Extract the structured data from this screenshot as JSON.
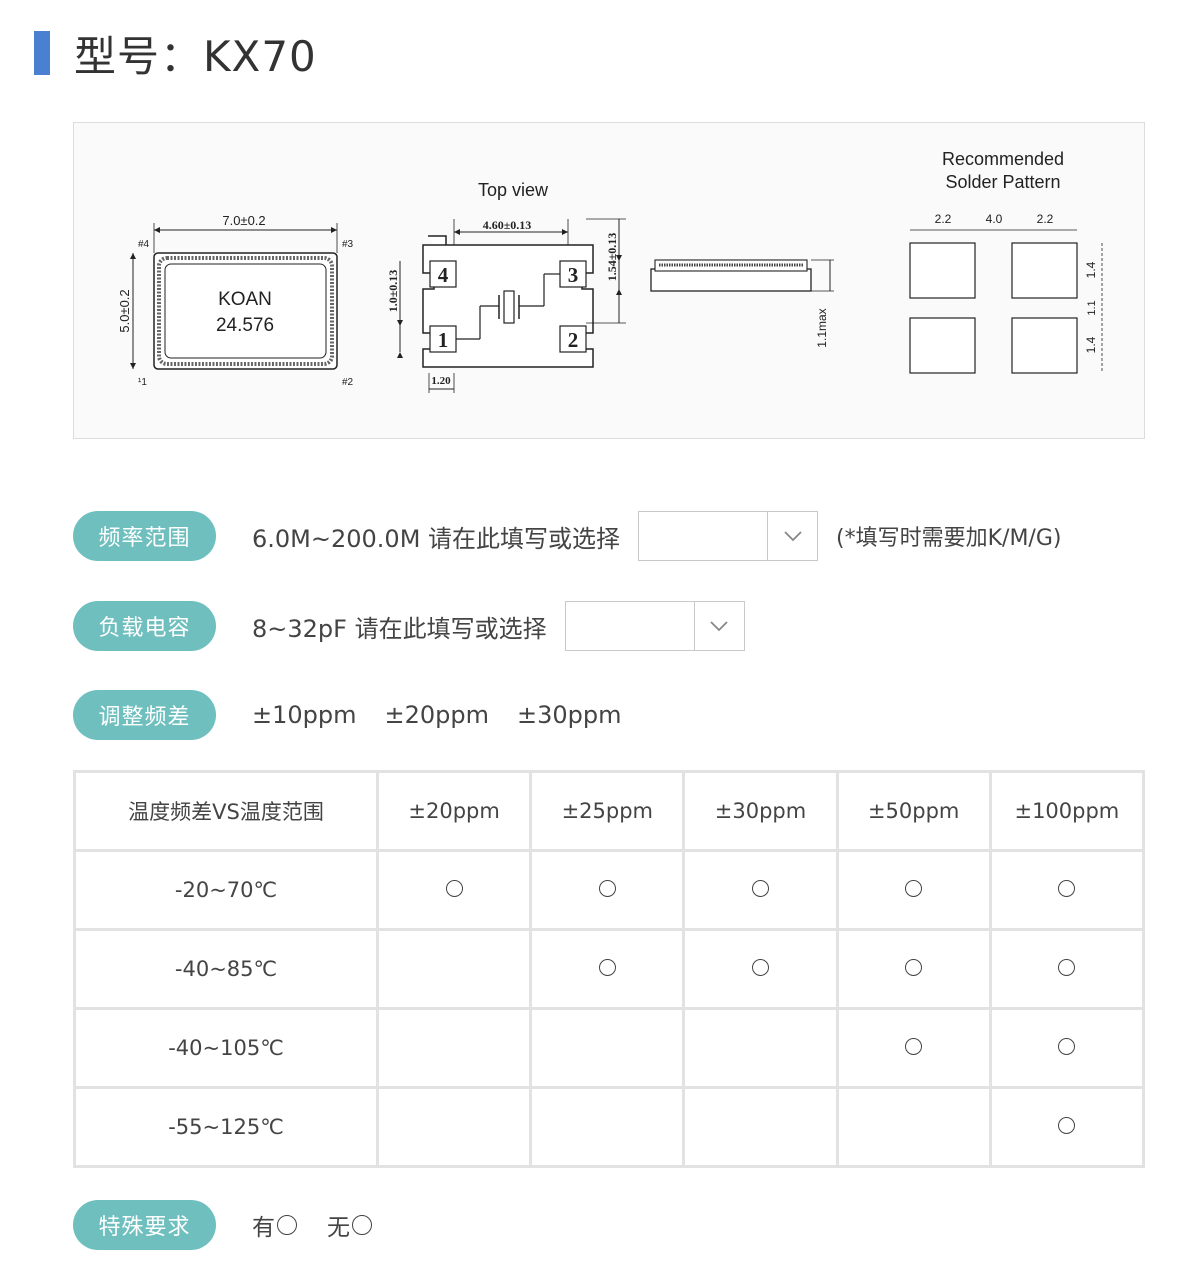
{
  "header": {
    "title": "型号：KX70"
  },
  "diagram": {
    "top_view_label": "Top view",
    "solder_label_1": "Recommended",
    "solder_label_2": "Solder Pattern",
    "pkg_width": "7.0±0.2",
    "pkg_height": "5.0±0.2",
    "marking_brand": "KOAN",
    "marking_freq": "24.576",
    "pin_1_mark": "¹1",
    "pin_2_mark": "#2",
    "pin_3_mark": "#3",
    "pin_4_mark": "#4",
    "top_dim_width": "4.60±0.13",
    "top_dim_height": "1.54±0.13",
    "top_dim_pad": "1.0±0.13",
    "top_dim_pin": "1.20",
    "pad_1": "1",
    "pad_2": "2",
    "pad_3": "3",
    "pad_4": "4",
    "side_height": "1.1max",
    "solder_w1": "2.2",
    "solder_gap": "4.0",
    "solder_w2": "2.2",
    "solder_h1": "1.4",
    "solder_gap_v": "1.1",
    "solder_h2": "1.4"
  },
  "options": {
    "frequency": {
      "label": "频率范围",
      "text": "6.0M~200.0M 请在此填写或选择",
      "value": "",
      "note": "(*填写时需要加K/M/G)"
    },
    "load": {
      "label": "负载电容",
      "text": "8~32pF 请在此填写或选择",
      "value": ""
    },
    "adjust": {
      "label": "调整频差",
      "items": [
        "±10ppm",
        "±20ppm",
        "±30ppm"
      ]
    },
    "special": {
      "label": "特殊要求",
      "yes": "有",
      "no": "无"
    }
  },
  "table": {
    "header": [
      "温度频差VS温度范围",
      "±20ppm",
      "±25ppm",
      "±30ppm",
      "±50ppm",
      "±100ppm"
    ],
    "rows": [
      {
        "range": "-20~70℃",
        "available": [
          true,
          true,
          true,
          true,
          true
        ]
      },
      {
        "range": "-40~85℃",
        "available": [
          false,
          true,
          true,
          true,
          true
        ]
      },
      {
        "range": "-40~105℃",
        "available": [
          false,
          false,
          false,
          true,
          true
        ]
      },
      {
        "range": "-55~125℃",
        "available": [
          false,
          false,
          false,
          false,
          true
        ]
      }
    ]
  }
}
